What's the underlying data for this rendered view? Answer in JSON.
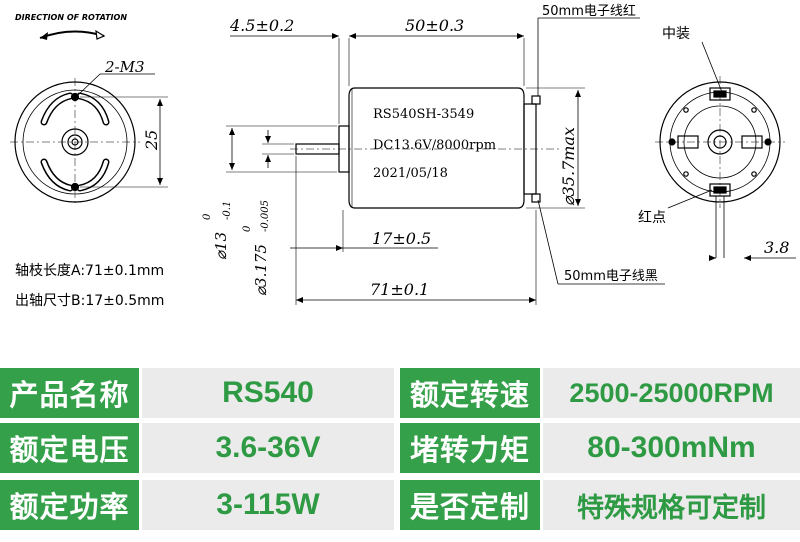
{
  "drawing": {
    "rotation_label": "DIRECTION OF ROTATION",
    "front_view": {
      "screw_label": "2-M3",
      "hole_spacing": "25",
      "shaft_length_note": "轴枝长度A:71±0.1mm",
      "shaft_exposed_note": "出轴尺寸B:17±0.5mm"
    },
    "side_view": {
      "dim_boss": "4.5±0.2",
      "dim_body": "50±0.3",
      "dim_diameter_max": "⌀35.7max",
      "dim_boss_dia": "⌀13",
      "dim_boss_tol_top": "0",
      "dim_boss_tol_bottom": "-0.1",
      "dim_shaft_dia": "⌀3.175",
      "dim_shaft_tol_top": "0",
      "dim_shaft_tol_bottom": "-0.005",
      "dim_shaft_exposed": "17±0.5",
      "dim_total": "71±0.1",
      "label_line1": "RS540SH-3549",
      "label_line2": "DC13.6V/8000rpm",
      "label_line3": "2021/05/18",
      "wire_red": "50mm电子线红",
      "wire_black": "50mm电子线黑"
    },
    "rear_view": {
      "center_mark": "中装",
      "red_dot": "红点",
      "dim_terminal": "3.8"
    }
  },
  "specs": {
    "rows": [
      {
        "label1": "产品名称",
        "value1": "RS540",
        "label2": "额定转速",
        "value2": "2500-25000RPM"
      },
      {
        "label1": "额定电压",
        "value1": "3.6-36V",
        "label2": "堵转力矩",
        "value2": "80-300mNm"
      },
      {
        "label1": "额定功率",
        "value1": "3-115W",
        "label2": "是否定制",
        "value2": "特殊规格可定制"
      }
    ]
  }
}
